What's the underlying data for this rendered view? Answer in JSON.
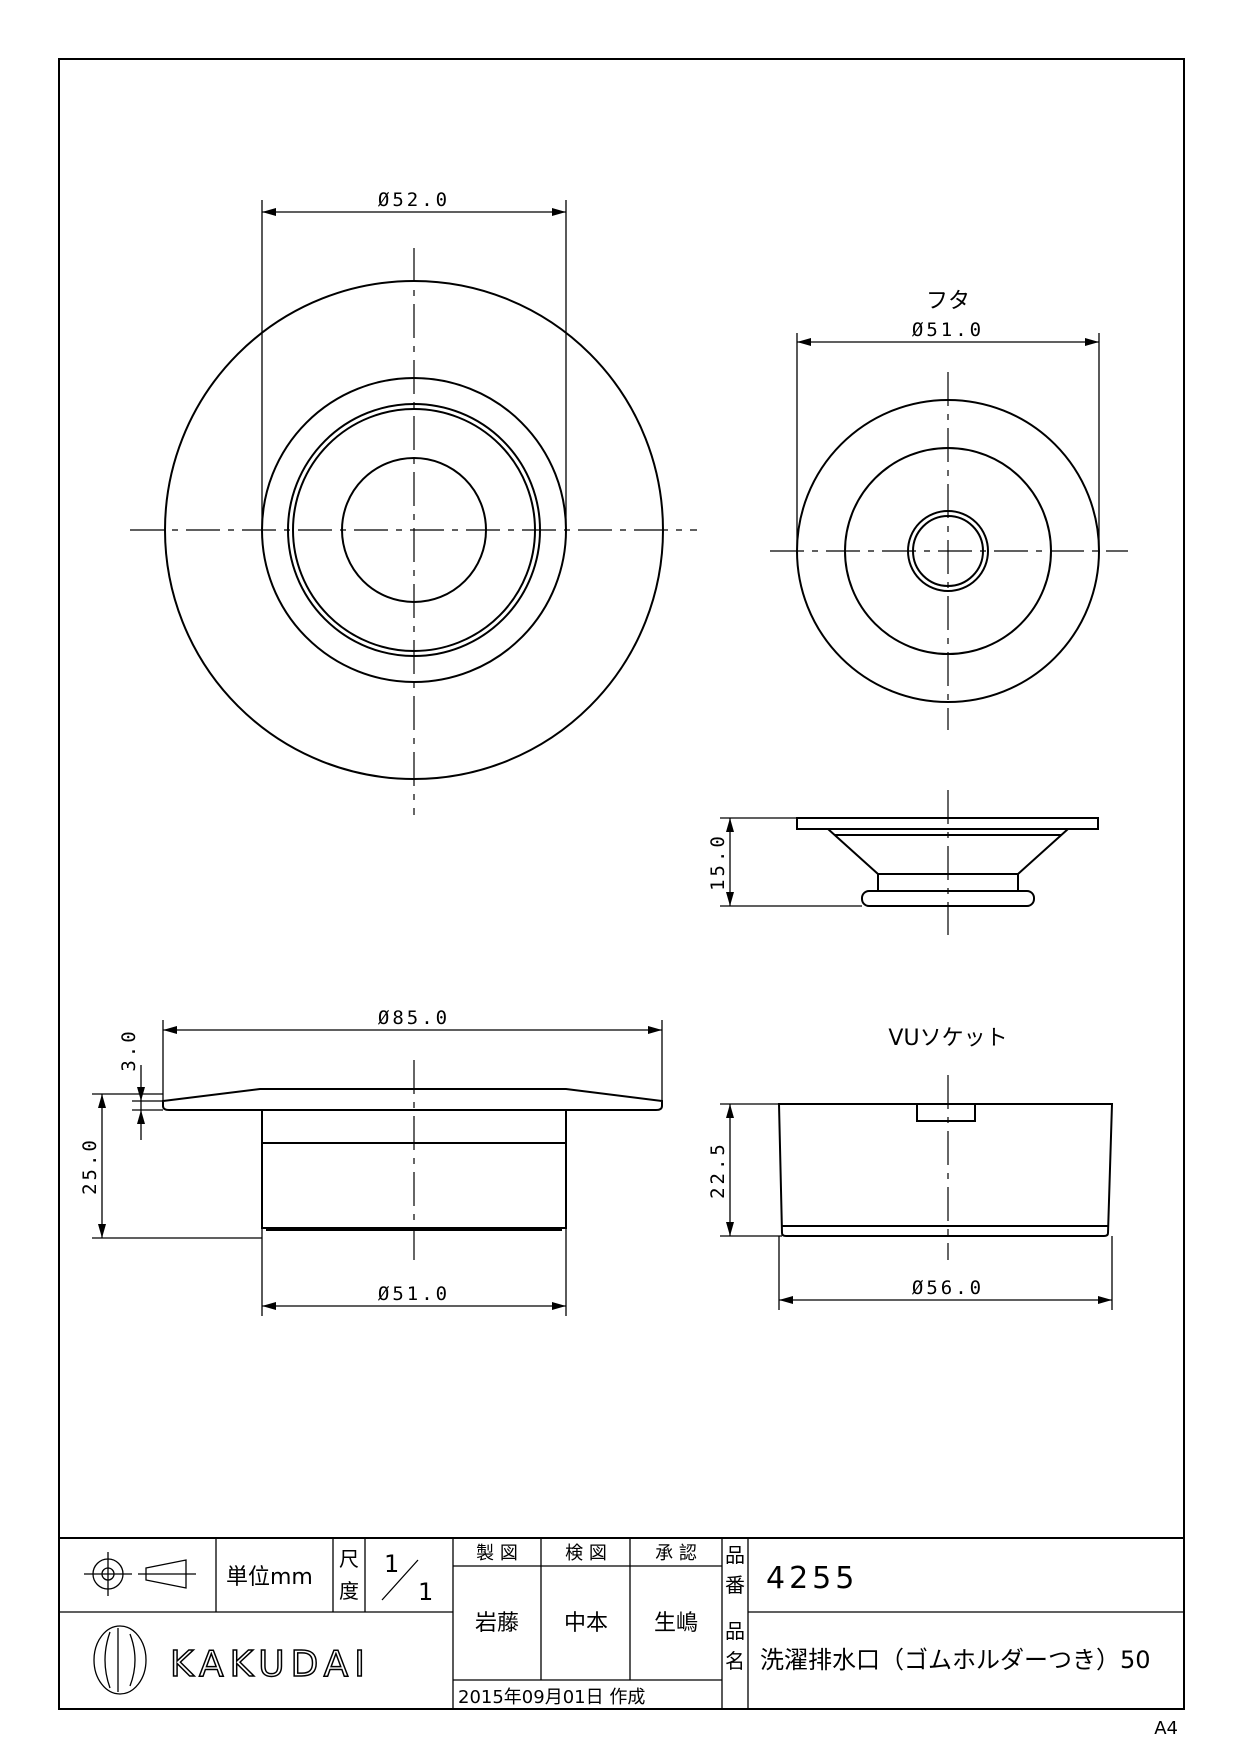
{
  "views": {
    "top_main_diameter": "Ø52.0",
    "lid_label": "フタ",
    "lid_diameter": "Ø51.0",
    "lid_height": "15.0",
    "flange_diameter": "Ø85.0",
    "flange_thickness": "3.0",
    "body_height": "25.0",
    "body_diameter": "Ø51.0",
    "socket_label": "VUソケット",
    "socket_height": "22.5",
    "socket_diameter": "Ø56.0"
  },
  "title_block": {
    "unit_label": "単位mm",
    "scale_label_1": "尺",
    "scale_label_2": "度",
    "scale_num": "1",
    "scale_den": "1",
    "drafted_header": "製 図",
    "checked_header": "検 図",
    "approved_header": "承 認",
    "drafted_by": "岩藤",
    "checked_by": "中本",
    "approved_by": "生嶋",
    "date_label": "2015年09月01日 作成",
    "part_no_label_1": "品",
    "part_no_label_2": "番",
    "part_no": "4255",
    "part_name_label_1": "品",
    "part_name_label_2": "名",
    "part_name": "洗濯排水口（ゴムホルダーつき）50",
    "brand": "KAKUDAI",
    "paper_size": "A4"
  }
}
